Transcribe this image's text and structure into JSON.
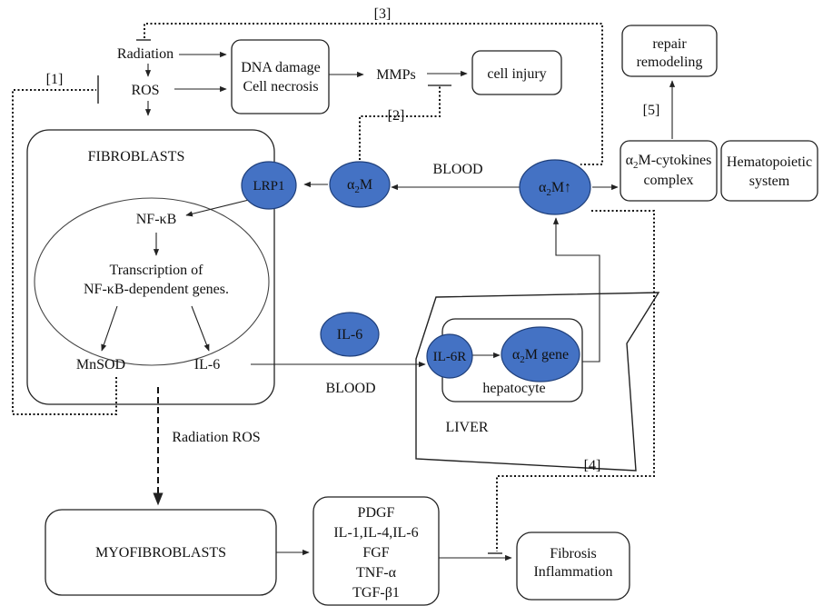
{
  "nodes": {
    "radiation": "Radiation",
    "ros": "ROS",
    "dna_damage": [
      "DNA damage",
      "Cell necrosis"
    ],
    "mmps": "MMPs",
    "cell_injury": "cell injury",
    "repair": [
      "repair",
      "remodeling"
    ],
    "fibroblasts": "FIBROBLASTS",
    "lrp1": "LRP1",
    "a2m_base": "α",
    "a2m_sub": "2",
    "a2m_rest": "M",
    "a2m_up_rest": "M↑",
    "blood_top": "BLOOD",
    "cytokines_complex_rest": "M-cytokines",
    "complex_word": "complex",
    "hematopoietic": [
      "Hematopoietic",
      "system"
    ],
    "nfkb": "NF-κB",
    "transcription": [
      "Transcription of",
      "NF-κB-dependent genes."
    ],
    "mnsod": "MnSOD",
    "il6_fib": "IL-6",
    "il6_node": "IL-6",
    "blood_bottom": "BLOOD",
    "il6r": "IL-6R",
    "a2m_gene_rest": "M gene",
    "hepatocyte": "hepatocyte",
    "liver": "LIVER",
    "radiation_ros": "Radiation ROS",
    "myofibroblasts": "MYOFIBROBLASTS",
    "growth_factors": [
      "PDGF",
      "IL-1,IL-4,IL-6",
      "FGF",
      "TNF-α",
      "TGF-β1"
    ],
    "fibrosis": [
      "Fibrosis",
      "Inflammation"
    ]
  },
  "refs": {
    "r1": "[1]",
    "r2": "[2]",
    "r3": "[3]",
    "r4": "[4]",
    "r5": "[5]"
  },
  "colors": {
    "node_fill": "#4472c4",
    "node_stroke": "#1f3f7a",
    "line": "#222222"
  }
}
